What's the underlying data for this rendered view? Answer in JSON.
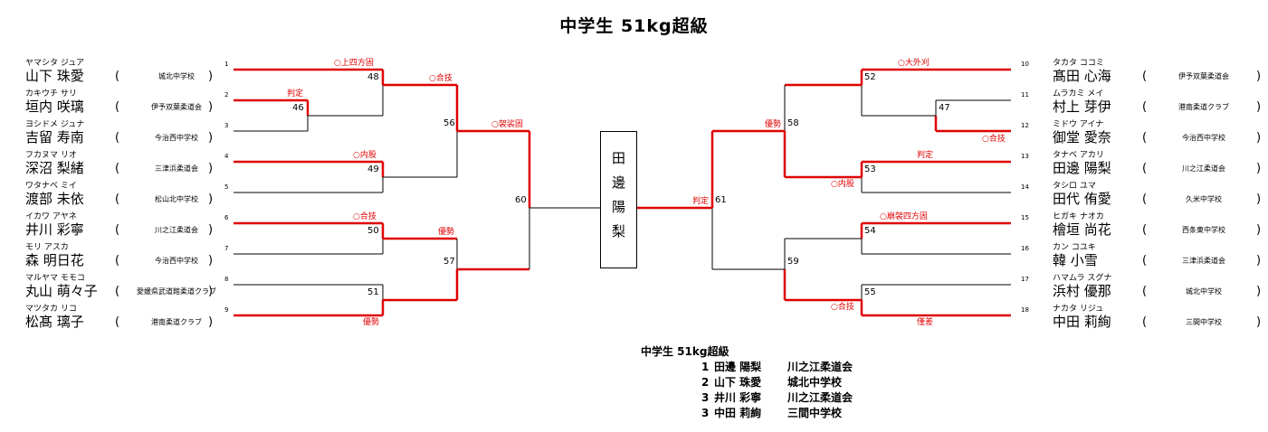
{
  "title": "中学生 51kg超級",
  "left_players": [
    {
      "seed": "1",
      "kana": "ヤマシタ ジュア",
      "name": "山下 珠愛",
      "school": "城北中学校"
    },
    {
      "seed": "2",
      "kana": "カキウチ サリ",
      "name": "垣内 咲璃",
      "school": "伊予双葉柔道会"
    },
    {
      "seed": "3",
      "kana": "ヨシドメ ジュナ",
      "name": "吉留 寿南",
      "school": "今治西中学校"
    },
    {
      "seed": "4",
      "kana": "フカヌマ リオ",
      "name": "深沼 梨緒",
      "school": "三津浜柔道会"
    },
    {
      "seed": "5",
      "kana": "ワタナベ ミイ",
      "name": "渡部 未依",
      "school": "松山北中学校"
    },
    {
      "seed": "6",
      "kana": "イカワ アヤネ",
      "name": "井川 彩寧",
      "school": "川之江柔道会"
    },
    {
      "seed": "7",
      "kana": "モリ アスカ",
      "name": "森 明日花",
      "school": "今治西中学校"
    },
    {
      "seed": "8",
      "kana": "マルヤマ モモコ",
      "name": "丸山 萌々子",
      "school": "愛媛県武道館柔道クラブ"
    },
    {
      "seed": "9",
      "kana": "マツタカ リコ",
      "name": "松髙 璃子",
      "school": "港南柔道クラブ"
    }
  ],
  "right_players": [
    {
      "seed": "10",
      "kana": "タカタ ココミ",
      "name": "髙田 心海",
      "school": "伊予双葉柔道会"
    },
    {
      "seed": "11",
      "kana": "ムラカミ メイ",
      "name": "村上 芽伊",
      "school": "港南柔道クラブ"
    },
    {
      "seed": "12",
      "kana": "ミドウ アイナ",
      "name": "御堂 愛奈",
      "school": "今治西中学校"
    },
    {
      "seed": "13",
      "kana": "タナベ アカリ",
      "name": "田邊 陽梨",
      "school": "川之江柔道会"
    },
    {
      "seed": "14",
      "kana": "タシロ ユマ",
      "name": "田代 侑愛",
      "school": "久米中学校"
    },
    {
      "seed": "15",
      "kana": "ヒガキ ナオカ",
      "name": "檜垣 尚花",
      "school": "西条東中学校"
    },
    {
      "seed": "16",
      "kana": "カン コユキ",
      "name": "韓 小雪",
      "school": "三津浜柔道会"
    },
    {
      "seed": "17",
      "kana": "ハマムラ スグナ",
      "name": "浜村 優那",
      "school": "城北中学校"
    },
    {
      "seed": "18",
      "kana": "ナカタ リジュ",
      "name": "中田 莉絢",
      "school": "三間中学校"
    }
  ],
  "paren_open": "(",
  "paren_close": ")",
  "match_numbers": {
    "m46": "46",
    "m47": "47",
    "m48": "48",
    "m49": "49",
    "m50": "50",
    "m51": "51",
    "m52": "52",
    "m53": "53",
    "m54": "54",
    "m55": "55",
    "m56": "56",
    "m57": "57",
    "m58": "58",
    "m59": "59",
    "m60": "60",
    "m61": "61"
  },
  "results": {
    "r_kamishiho": "○上四方固",
    "r_hantei_46": "判定",
    "r_waza_56": "○合技",
    "r_kesa": "○袈裟固",
    "r_uchimata_49": "○内股",
    "r_waza_50": "○合技",
    "r_yusei_57": "優勢",
    "r_yusei_51": "優勢",
    "r_osoto": "○大外刈",
    "r_waza_47": "○合技",
    "r_yusei_58": "優勢",
    "r_hantei_53": "判定",
    "r_uchimata_53": "○内股",
    "r_hantei_final": "判定",
    "r_kuzure": "○崩袈四方固",
    "r_waza_55": "○合技",
    "r_kinsa": "僅差"
  },
  "colors": {
    "winner_line": "#e00000",
    "loser_line": "#000000",
    "result_text": "#e00000"
  },
  "champion": "田邊陽梨",
  "summary": {
    "title": "中学生 51kg超級",
    "rows": [
      {
        "rank": "1",
        "name": "田邊 陽梨",
        "school": "川之江柔道会"
      },
      {
        "rank": "2",
        "name": "山下 珠愛",
        "school": "城北中学校"
      },
      {
        "rank": "3",
        "name": "井川 彩寧",
        "school": "川之江柔道会"
      },
      {
        "rank": "3",
        "name": "中田 莉絢",
        "school": "三間中学校"
      }
    ]
  }
}
